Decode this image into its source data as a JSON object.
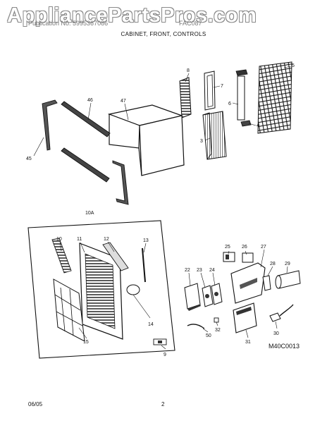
{
  "header": {
    "watermark": "AppliancePartsPros.com",
    "left_text": "Publication No. 5995367086",
    "right_text": "FAC087",
    "section_title": "CABINET, FRONT, CONTROLS"
  },
  "diagram": {
    "part_labels": [
      "8",
      "7",
      "5",
      "6",
      "4",
      "3",
      "46",
      "47",
      "45",
      "10A",
      "10",
      "11",
      "12",
      "13",
      "14",
      "15",
      "9",
      "25",
      "26",
      "27",
      "22",
      "23",
      "24",
      "28",
      "29",
      "32",
      "50",
      "31",
      "30"
    ],
    "drawing_code": "M40C0013"
  },
  "footer": {
    "date": "06/05",
    "page": "2"
  }
}
